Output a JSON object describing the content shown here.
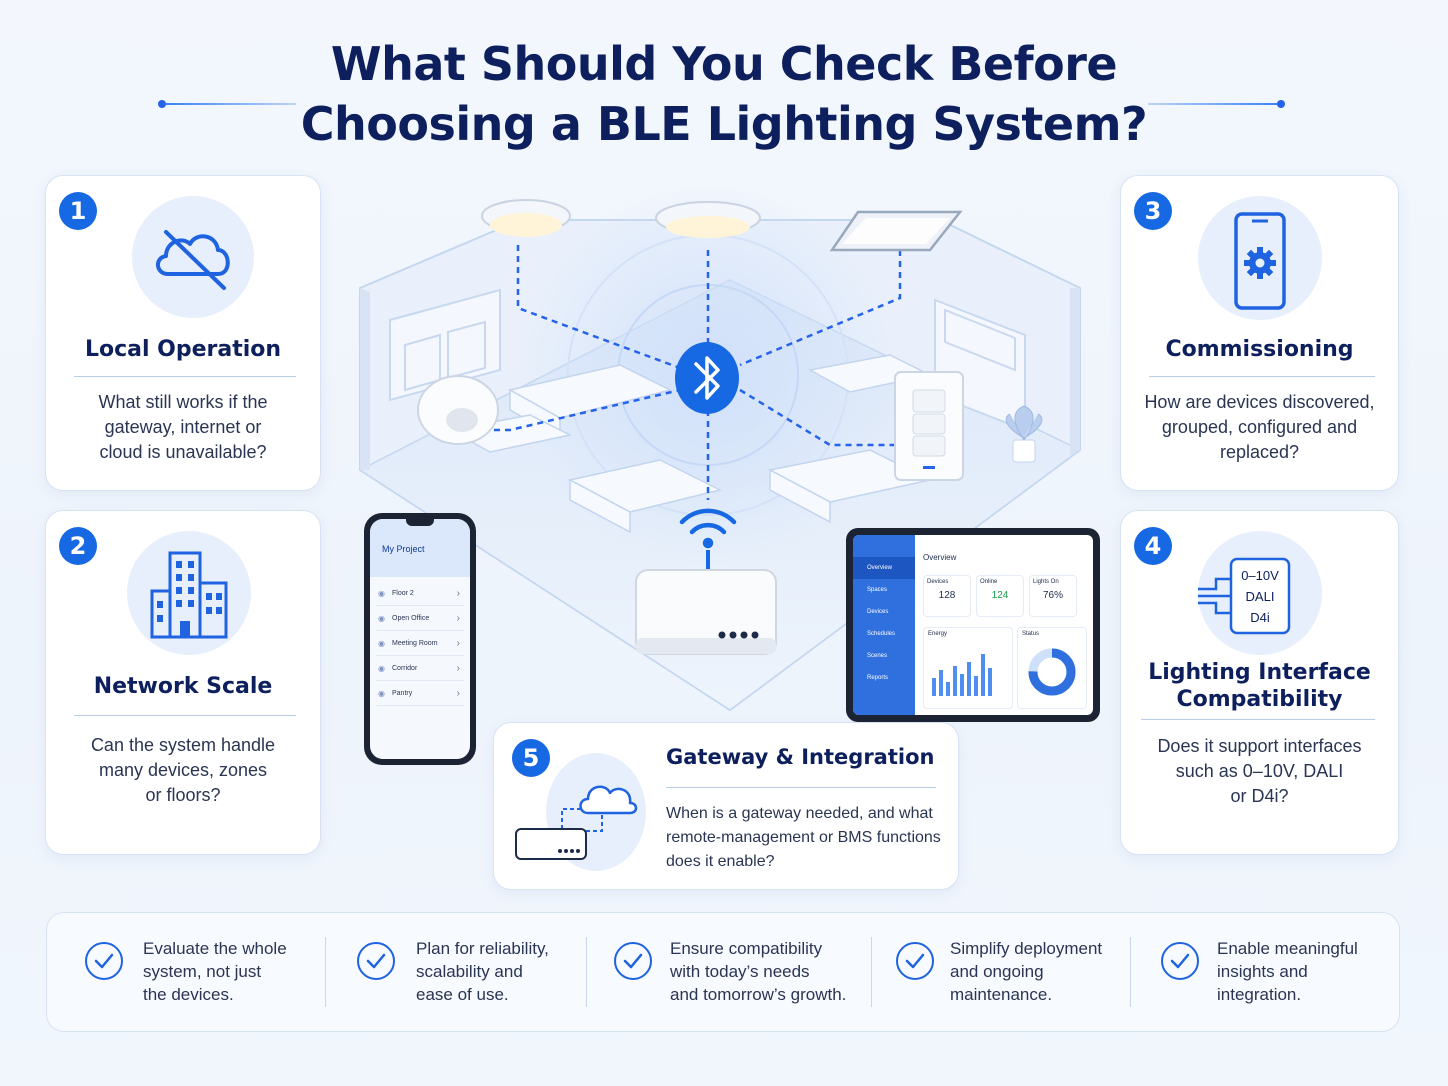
{
  "title": {
    "line1": "What Should You Check Before",
    "line2": "Choosing a BLE Lighting System?"
  },
  "cards": {
    "c1": {
      "number": "1",
      "title": "Local Operation",
      "icon": "cloud-off-icon",
      "lines": [
        "What still works if the",
        "gateway, internet or",
        "cloud is unavailable?"
      ]
    },
    "c2": {
      "number": "2",
      "title": "Network Scale",
      "icon": "buildings-icon",
      "lines": [
        "Can the system handle",
        "many devices, zones",
        "or floors?"
      ]
    },
    "c3": {
      "number": "3",
      "title": "Commissioning",
      "icon": "phone-settings-icon",
      "lines": [
        "How are devices discovered,",
        "grouped, configured and",
        "replaced?"
      ]
    },
    "c4": {
      "number": "4",
      "title_lines": [
        "Lighting Interface",
        "Compatibility"
      ],
      "icon": "interface-module-icon",
      "module_labels": [
        "0–10V",
        "DALI",
        "D4i"
      ],
      "lines": [
        "Does it support interfaces",
        "such as 0–10V, DALI",
        "or D4i?"
      ]
    },
    "c5": {
      "number": "5",
      "title": "Gateway & Integration",
      "icon": "gateway-cloud-icon",
      "lines": [
        "When is a gateway needed, and what",
        "remote-management or BMS functions",
        "does it enable?"
      ]
    }
  },
  "phone": {
    "project": "My Project",
    "items": [
      "Floor 2",
      "Open Office",
      "Meeting Room",
      "Corridor",
      "Pantry"
    ]
  },
  "tablet": {
    "nav": [
      "Overview",
      "Spaces",
      "Devices",
      "Schedules",
      "Scenes",
      "Reports"
    ],
    "heading": "Overview",
    "stats": [
      {
        "label": "Devices",
        "value": "128"
      },
      {
        "label": "Online",
        "value": "124"
      },
      {
        "label": "Lights On",
        "value": "76%"
      }
    ],
    "energy_label": "Energy",
    "status_label": "Status"
  },
  "bottom": [
    {
      "lines": [
        "Evaluate the whole",
        "system, not just",
        "the devices."
      ]
    },
    {
      "lines": [
        "Plan for reliability,",
        "scalability and",
        "ease of use."
      ]
    },
    {
      "lines": [
        "Ensure compatibility",
        "with today’s needs",
        "and tomorrow’s growth."
      ]
    },
    {
      "lines": [
        "Simplify deployment",
        "and ongoing",
        "maintenance."
      ]
    },
    {
      "lines": [
        "Enable meaningful",
        "insights and",
        "integration."
      ]
    }
  ],
  "colors": {
    "accent": "#1668e3",
    "navy": "#0d1f5c",
    "card_bg": "#ffffff",
    "page_bg": "#f1f6fd"
  }
}
